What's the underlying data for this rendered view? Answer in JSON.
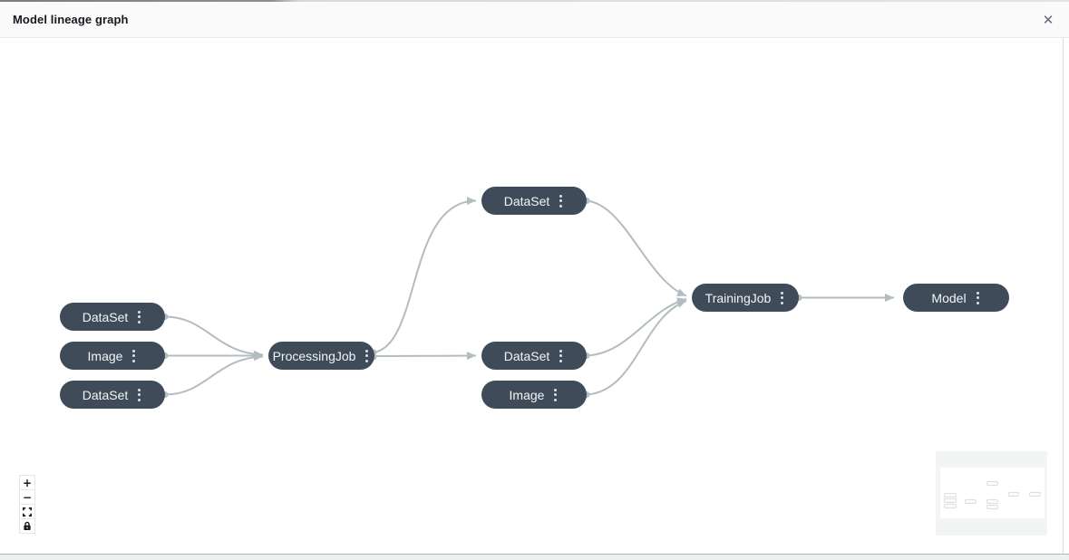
{
  "window": {
    "title": "Model lineage graph",
    "close_icon": "✕"
  },
  "graph": {
    "nodes": [
      {
        "label": "DataSet"
      },
      {
        "label": "Image"
      },
      {
        "label": "DataSet"
      },
      {
        "label": "ProcessingJob"
      },
      {
        "label": "DataSet"
      },
      {
        "label": "DataSet"
      },
      {
        "label": "Image"
      },
      {
        "label": "TrainingJob"
      },
      {
        "label": "Model"
      }
    ],
    "edges": [
      {
        "from": 0,
        "to": 3
      },
      {
        "from": 1,
        "to": 3
      },
      {
        "from": 2,
        "to": 3
      },
      {
        "from": 3,
        "to": 4
      },
      {
        "from": 3,
        "to": 5
      },
      {
        "from": 4,
        "to": 7
      },
      {
        "from": 5,
        "to": 7
      },
      {
        "from": 6,
        "to": 7
      },
      {
        "from": 7,
        "to": 8
      }
    ],
    "colors": {
      "node_background": "#3f4b59",
      "node_text": "#f2f5f5",
      "edge": "#b3bcbf"
    }
  },
  "controls": {
    "zoom_in_label": "+",
    "zoom_out_label": "−"
  }
}
